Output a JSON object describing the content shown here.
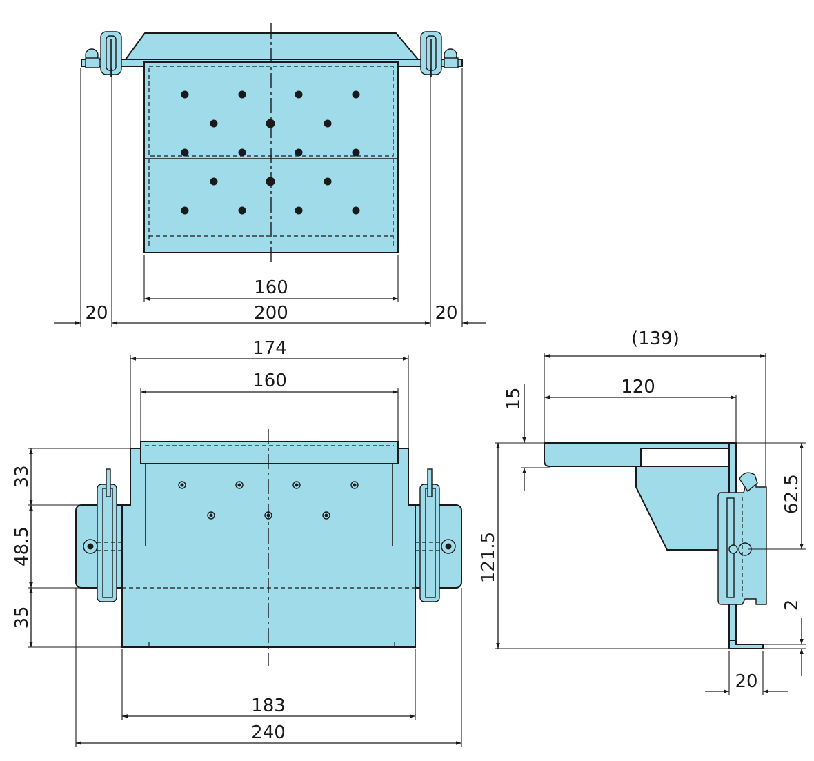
{
  "colors": {
    "part_fill": "#9fdbe9",
    "line": "#1a1a1a",
    "background": "#ffffff"
  },
  "views": {
    "top": {
      "dims": {
        "d160": "160",
        "d200": "200",
        "d20_left": "20",
        "d20_right": "20"
      }
    },
    "front": {
      "dims": {
        "d174": "174",
        "d160": "160",
        "d33": "33",
        "d48_5": "48.5",
        "d35": "35",
        "d183": "183",
        "d240": "240"
      }
    },
    "side": {
      "dims": {
        "d139": "(139)",
        "d120": "120",
        "d15": "15",
        "d62_5": "62.5",
        "d121_5": "121.5",
        "d2": "2",
        "d20": "20"
      }
    }
  }
}
